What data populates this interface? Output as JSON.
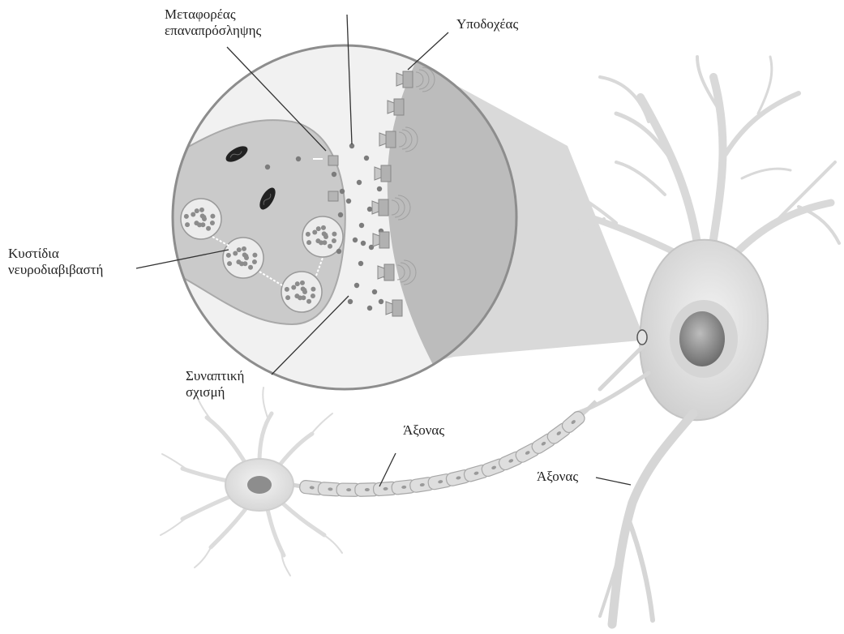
{
  "labels": {
    "reuptake_line1": "Μεταφορέας",
    "reuptake_line2": "επαναπρόσληψης",
    "receptor": "Υποδοχέας",
    "vesicles_line1": "Κυστίδια",
    "vesicles_line2": "νευροδιαβιβαστή",
    "cleft_line1": "Συναπτική",
    "cleft_line2": "σχισμή",
    "axon_small": "Άξονας",
    "axon_large": "Άξονας"
  },
  "colors": {
    "background": "#ffffff",
    "cell_fill": "#e2e2e2",
    "cell_outline": "#bdbdbd",
    "terminal_fill": "#c9c9c9",
    "postsynaptic_fill": "#b8b8b8",
    "nucleus": "#8a8a8a",
    "leader_line": "#333333"
  }
}
